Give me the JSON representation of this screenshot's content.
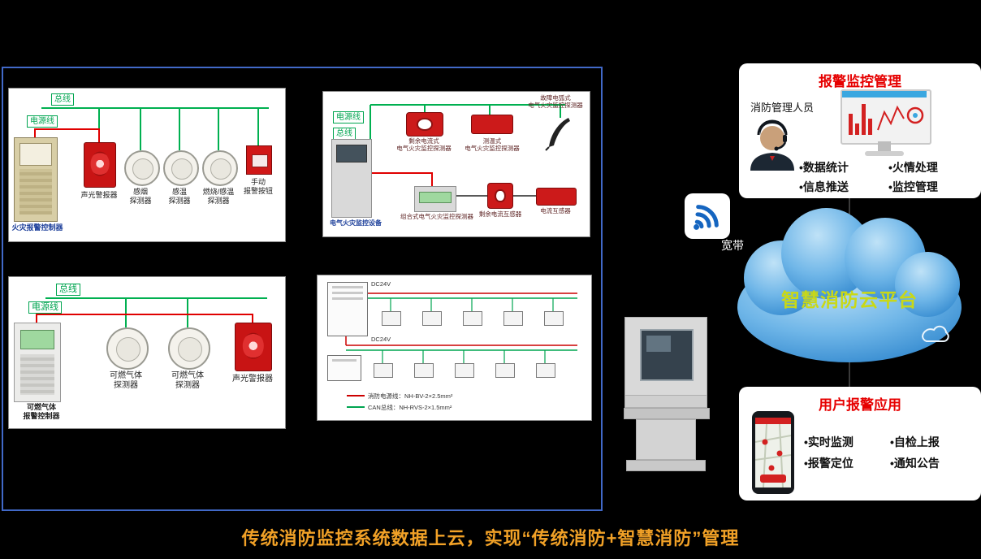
{
  "banner": {
    "text": "传统消防监控系统数据上云，实现“传统消防+智慧消防”管理"
  },
  "cloud": {
    "label": "智慧消防云平台"
  },
  "network": {
    "broadband_label": "宽带"
  },
  "colors": {
    "accent_red": "#e60000",
    "banner_orange": "#f1a127",
    "cloud_text": "#c9d816",
    "bus_green": "#00a550",
    "power_red": "#e00000"
  },
  "monitor_card": {
    "title": "报警监控管理",
    "person_label": "消防管理人员",
    "bullets_left": [
      "•数据统计",
      "•信息推送"
    ],
    "bullets_right": [
      "•火情处理",
      "•监控管理"
    ]
  },
  "user_card": {
    "title": "用户报警应用",
    "bullets_left": [
      "•实时监测",
      "•报警定位"
    ],
    "bullets_right": [
      "•自检上报",
      "•通知公告"
    ]
  },
  "fire_alarm_diagram": {
    "bus_label": "总线",
    "power_label": "电源线",
    "controller_label": "火灾报警控制器",
    "devices": [
      "声光警报器",
      "感烟\n探测器",
      "感温\n探测器",
      "燃烧/感温\n探测器",
      "手动\n报警按钮"
    ]
  },
  "electrical_fire_diagram": {
    "power_label": "电源线",
    "bus_label": "总线",
    "controller_label": "电气火灾监控设备",
    "device1": "剩余电流式\n电气火灾监控探测器",
    "device2": "测温式\n电气火灾监控探测器",
    "device3": "故障电弧式\n电气火灾监控探测器",
    "device4": "组合式电气火灾监控探测器",
    "device5": "剩余电流互感器",
    "device6": "电流互感器"
  },
  "gas_alarm_diagram": {
    "bus_label": "总线",
    "power_label": "电源线",
    "controller_label": "可燃气体\n报警控制器",
    "devices": [
      "可燃气体\n探测器",
      "可燃气体\n探测器",
      "声光警报器"
    ]
  },
  "wiring_diagram": {
    "dc_label": "DC24V",
    "legend": [
      "消防电源线：NH-BV-2×2.5mm²",
      "CAN总线：NH-RVS-2×1.5mm²"
    ]
  }
}
